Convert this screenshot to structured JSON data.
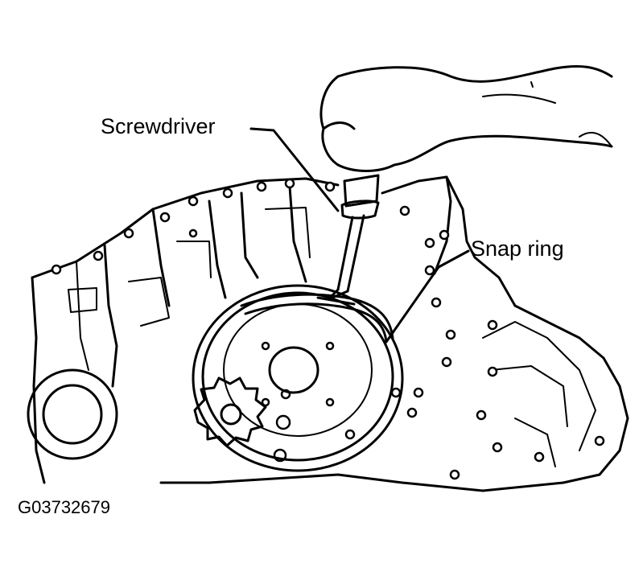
{
  "labels": {
    "screwdriver": "Screwdriver",
    "snap_ring": "Snap ring",
    "figure_id": "G03732679"
  },
  "colors": {
    "ink": "#000000",
    "paper": "#ffffff"
  }
}
